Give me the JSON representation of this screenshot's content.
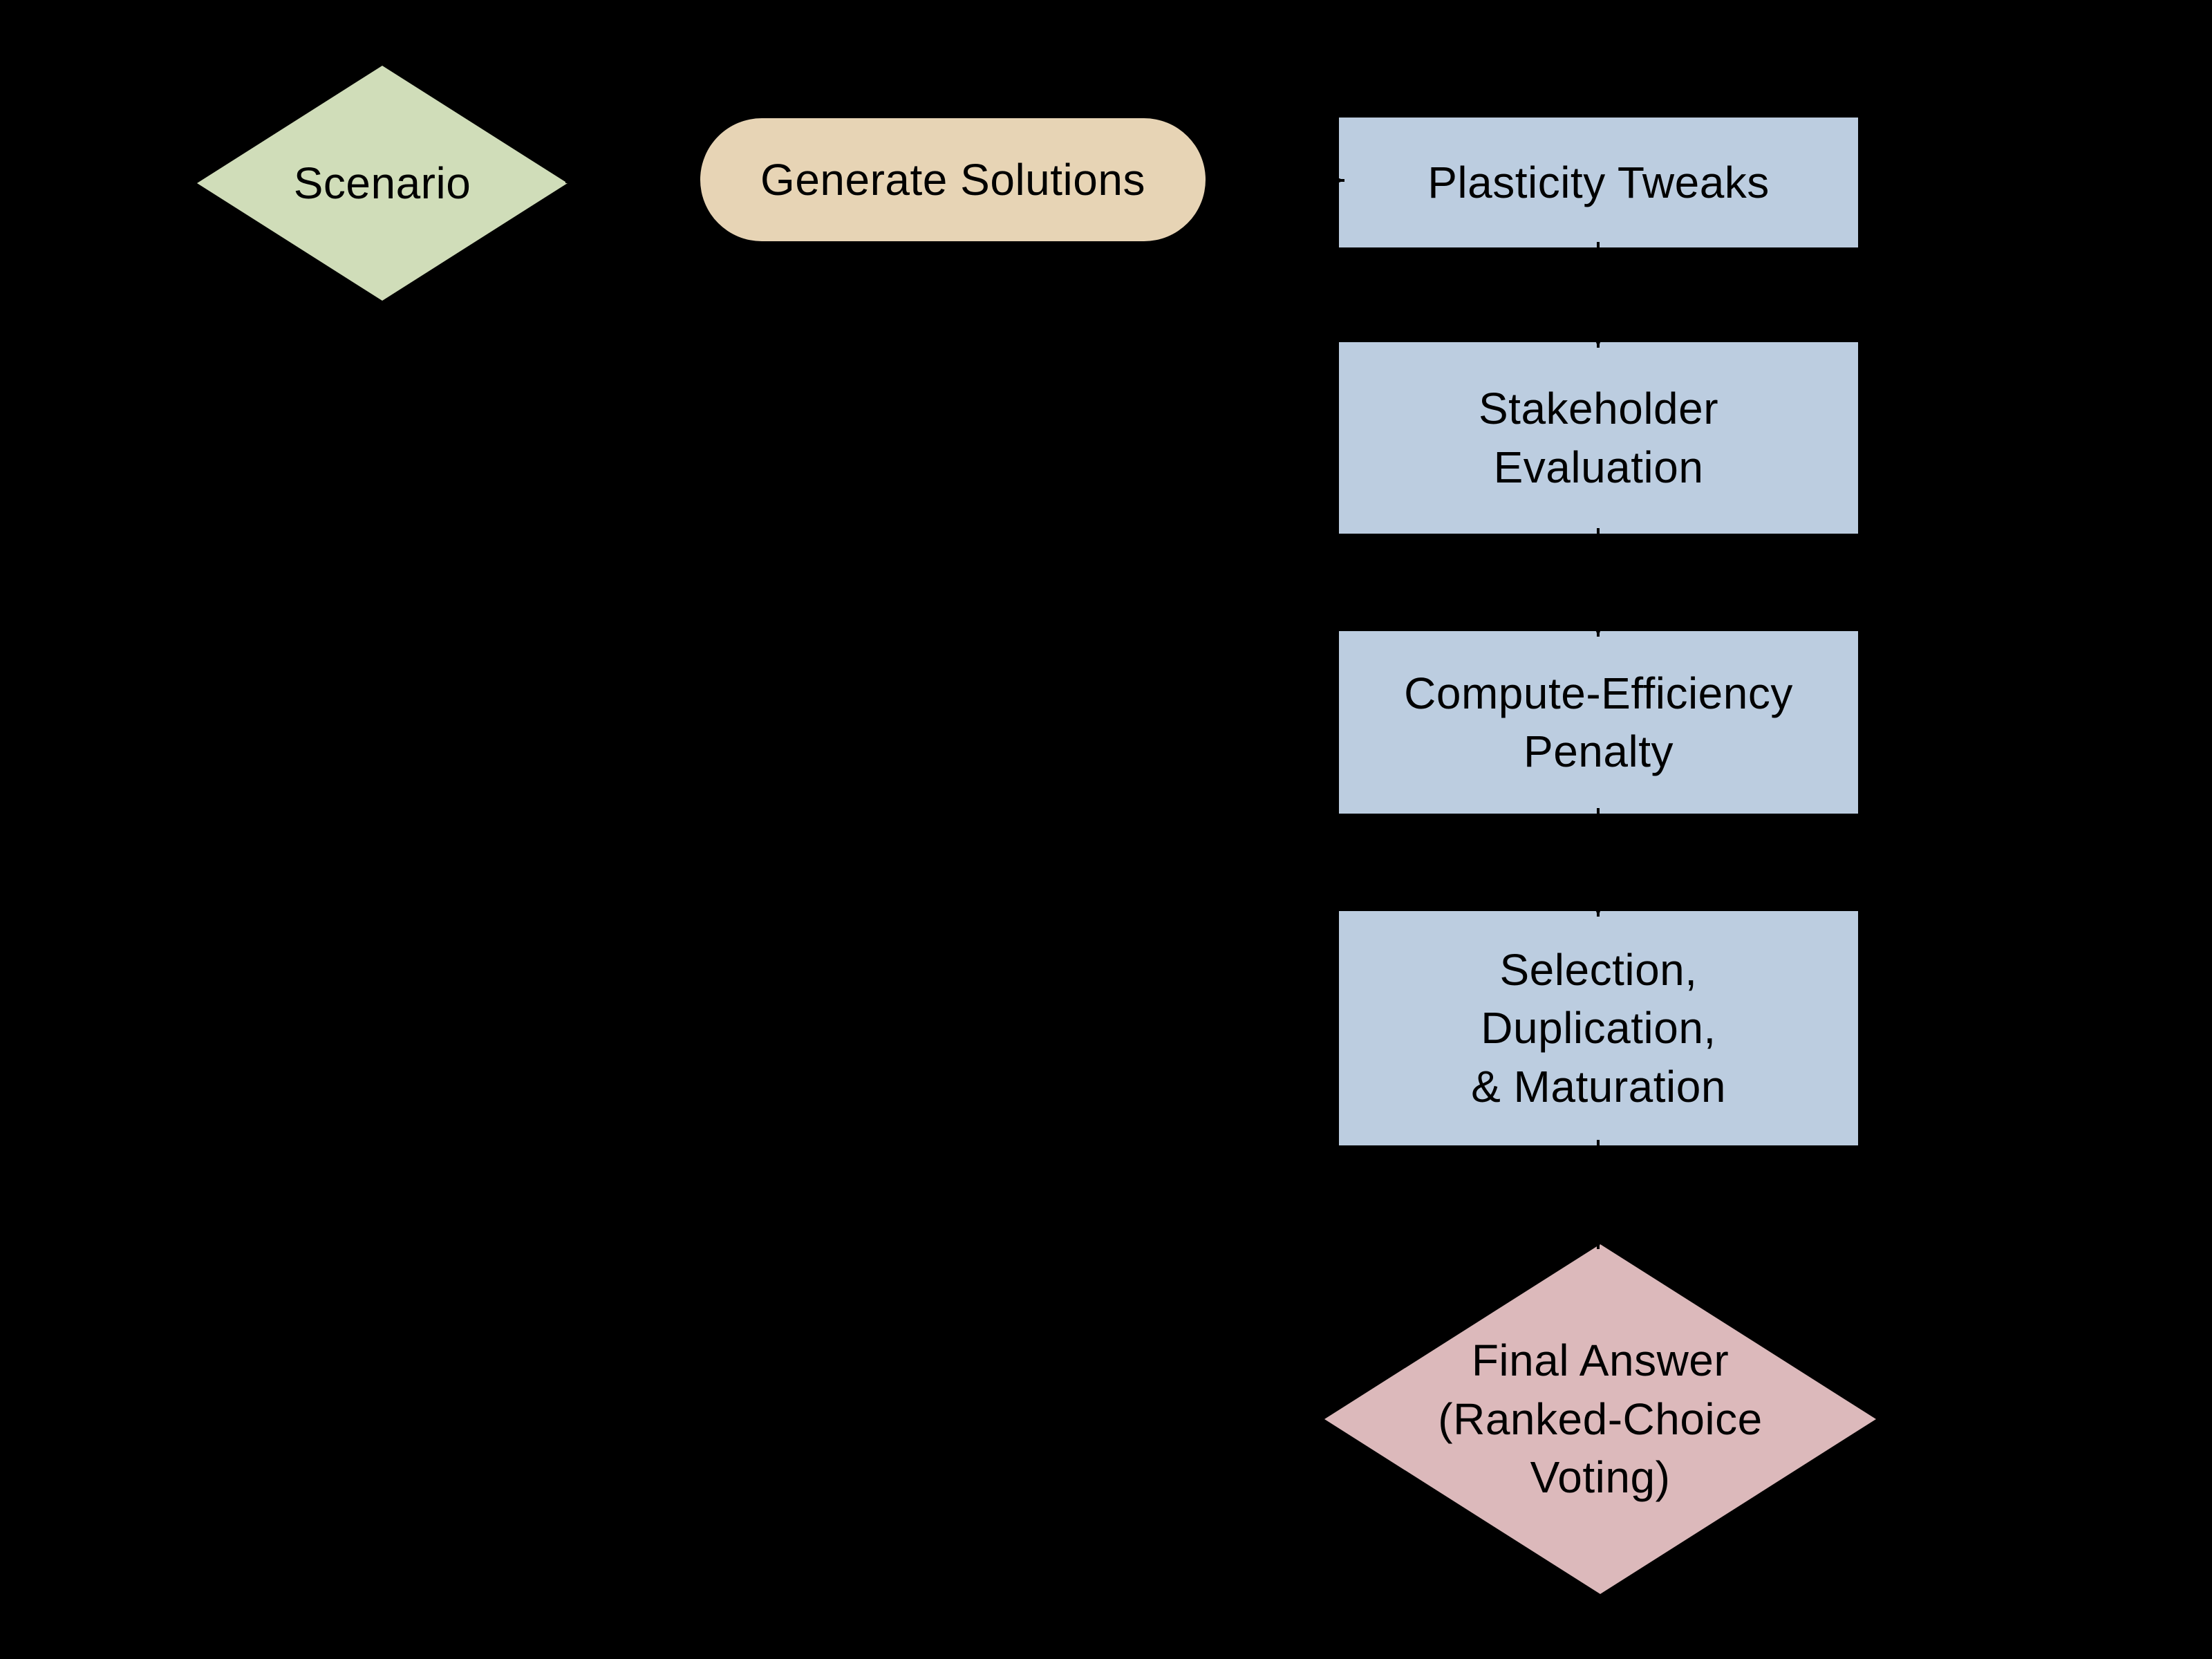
{
  "colors": {
    "background": "#000000",
    "text": "#000000",
    "arrow": "#000000",
    "green_node": "#d0ddb9",
    "tan_node": "#e7d4b5",
    "blue_node": "#bccde0",
    "pink_node": "#dcb9bb"
  },
  "nodes": [
    {
      "id": "scenario",
      "shape": "diamond",
      "fill": "#d0ddb9",
      "label": "Scenario"
    },
    {
      "id": "generate-solutions",
      "shape": "pill",
      "fill": "#e7d4b5",
      "label": "Generate Solutions"
    },
    {
      "id": "plasticity-tweaks",
      "shape": "rectangle",
      "fill": "#bccde0",
      "label": "Plasticity Tweaks"
    },
    {
      "id": "stakeholder-evaluation",
      "shape": "rectangle",
      "fill": "#bccde0",
      "label": "Stakeholder\nEvaluation"
    },
    {
      "id": "compute-efficiency-penalty",
      "shape": "rectangle",
      "fill": "#bccde0",
      "label": "Compute-Efficiency\nPenalty"
    },
    {
      "id": "selection-duplication-maturation",
      "shape": "rectangle",
      "fill": "#bccde0",
      "label": "Selection,\nDuplication,\n& Maturation"
    },
    {
      "id": "final-answer",
      "shape": "diamond",
      "fill": "#dcb9bb",
      "label": "Final Answer\n(Ranked-Choice\nVoting)"
    }
  ],
  "edges": [
    {
      "from": "scenario",
      "to": "generate-solutions"
    },
    {
      "from": "generate-solutions",
      "to": "plasticity-tweaks"
    },
    {
      "from": "plasticity-tweaks",
      "to": "stakeholder-evaluation"
    },
    {
      "from": "stakeholder-evaluation",
      "to": "compute-efficiency-penalty"
    },
    {
      "from": "compute-efficiency-penalty",
      "to": "selection-duplication-maturation"
    },
    {
      "from": "selection-duplication-maturation",
      "to": "final-answer"
    },
    {
      "from": "final-answer",
      "to": "plasticity-tweaks"
    }
  ]
}
